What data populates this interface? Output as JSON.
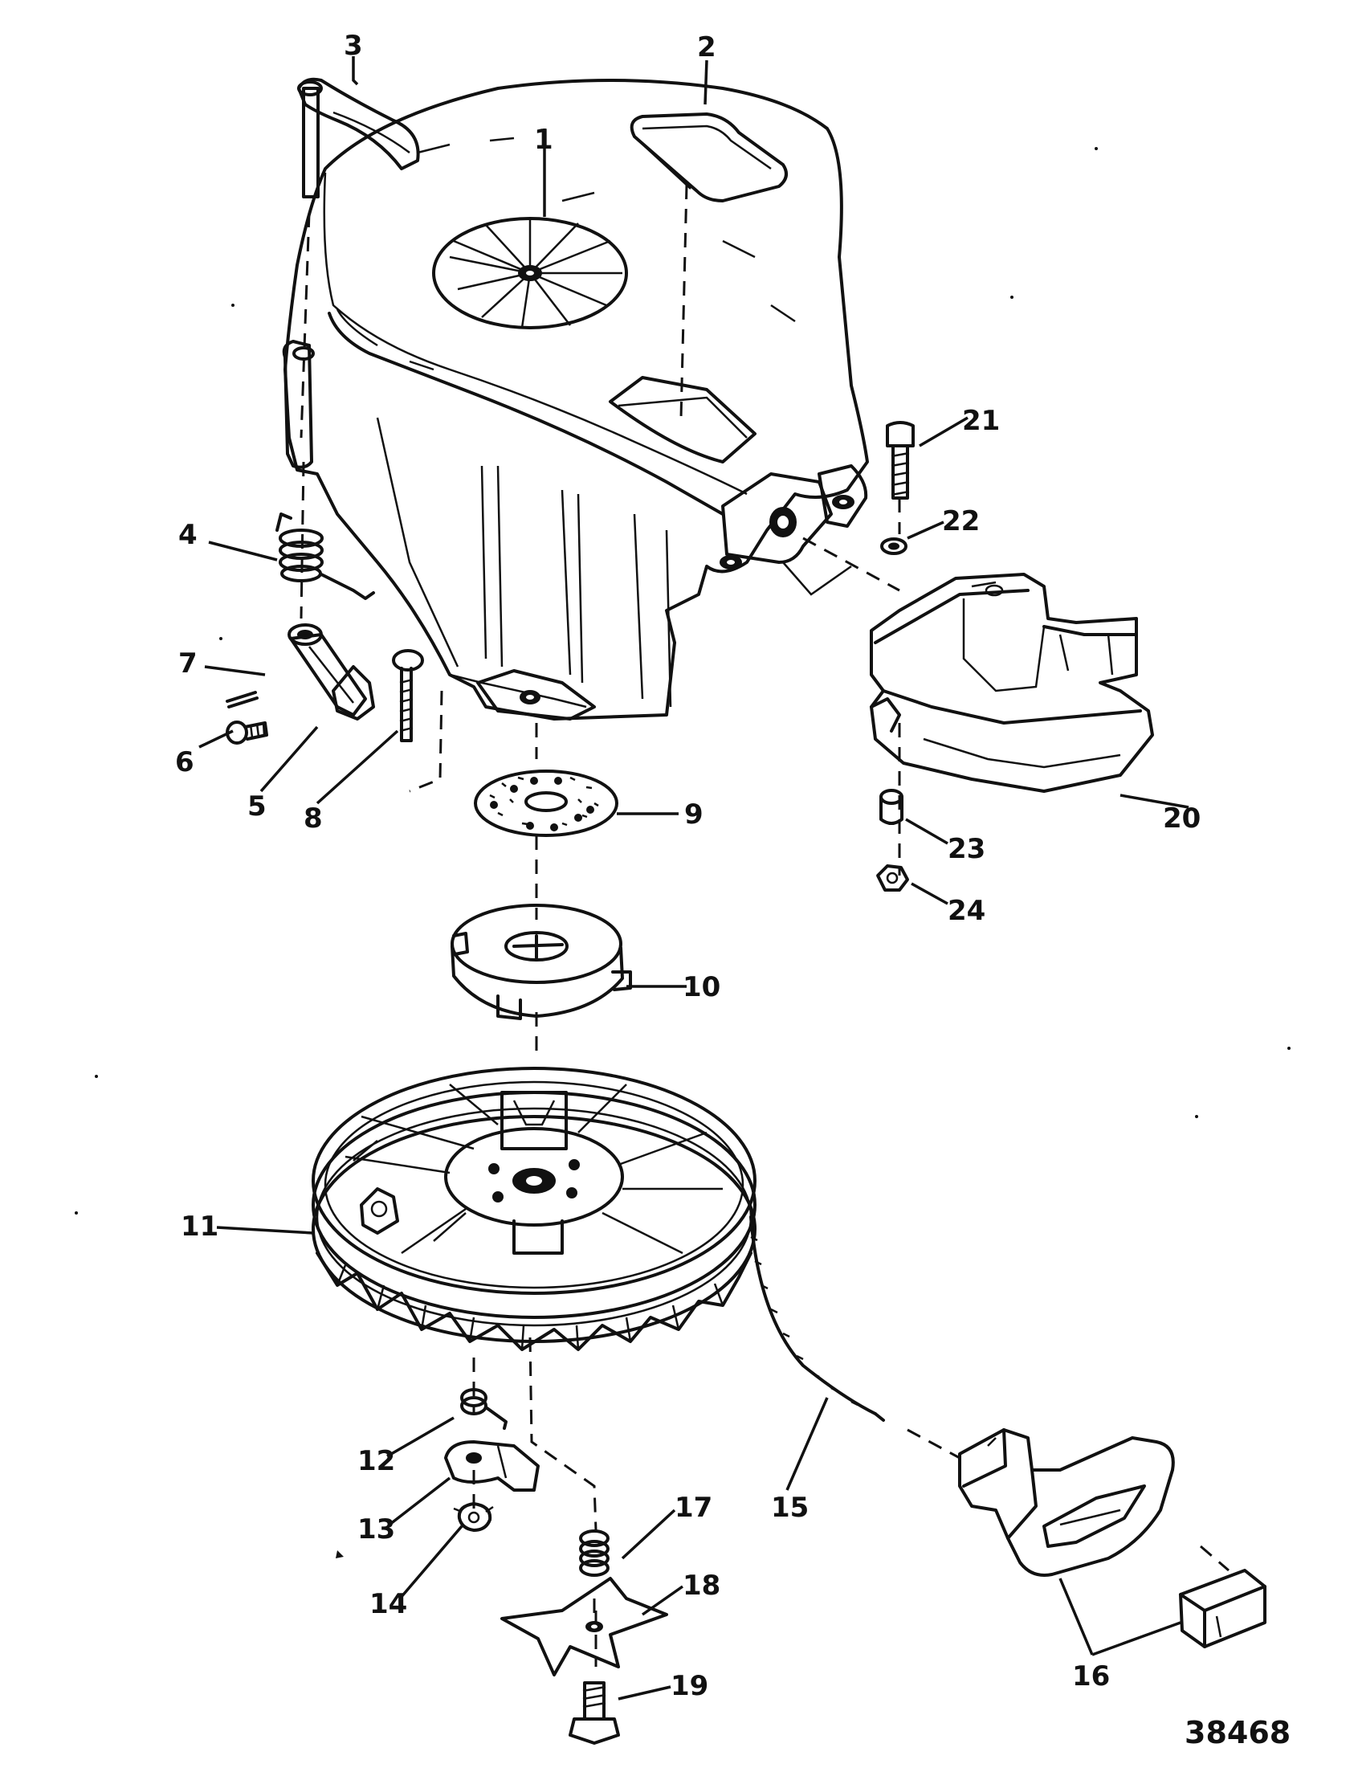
{
  "diagram": {
    "catalog_number": "38468",
    "part_labels": [
      "1",
      "2",
      "3",
      "4",
      "5",
      "6",
      "7",
      "8",
      "9",
      "10",
      "11",
      "12",
      "13",
      "14",
      "15",
      "16",
      "17",
      "18",
      "19",
      "20",
      "21",
      "22",
      "23",
      "24"
    ],
    "ink_color": "#111111",
    "background_color": "#ffffff"
  }
}
